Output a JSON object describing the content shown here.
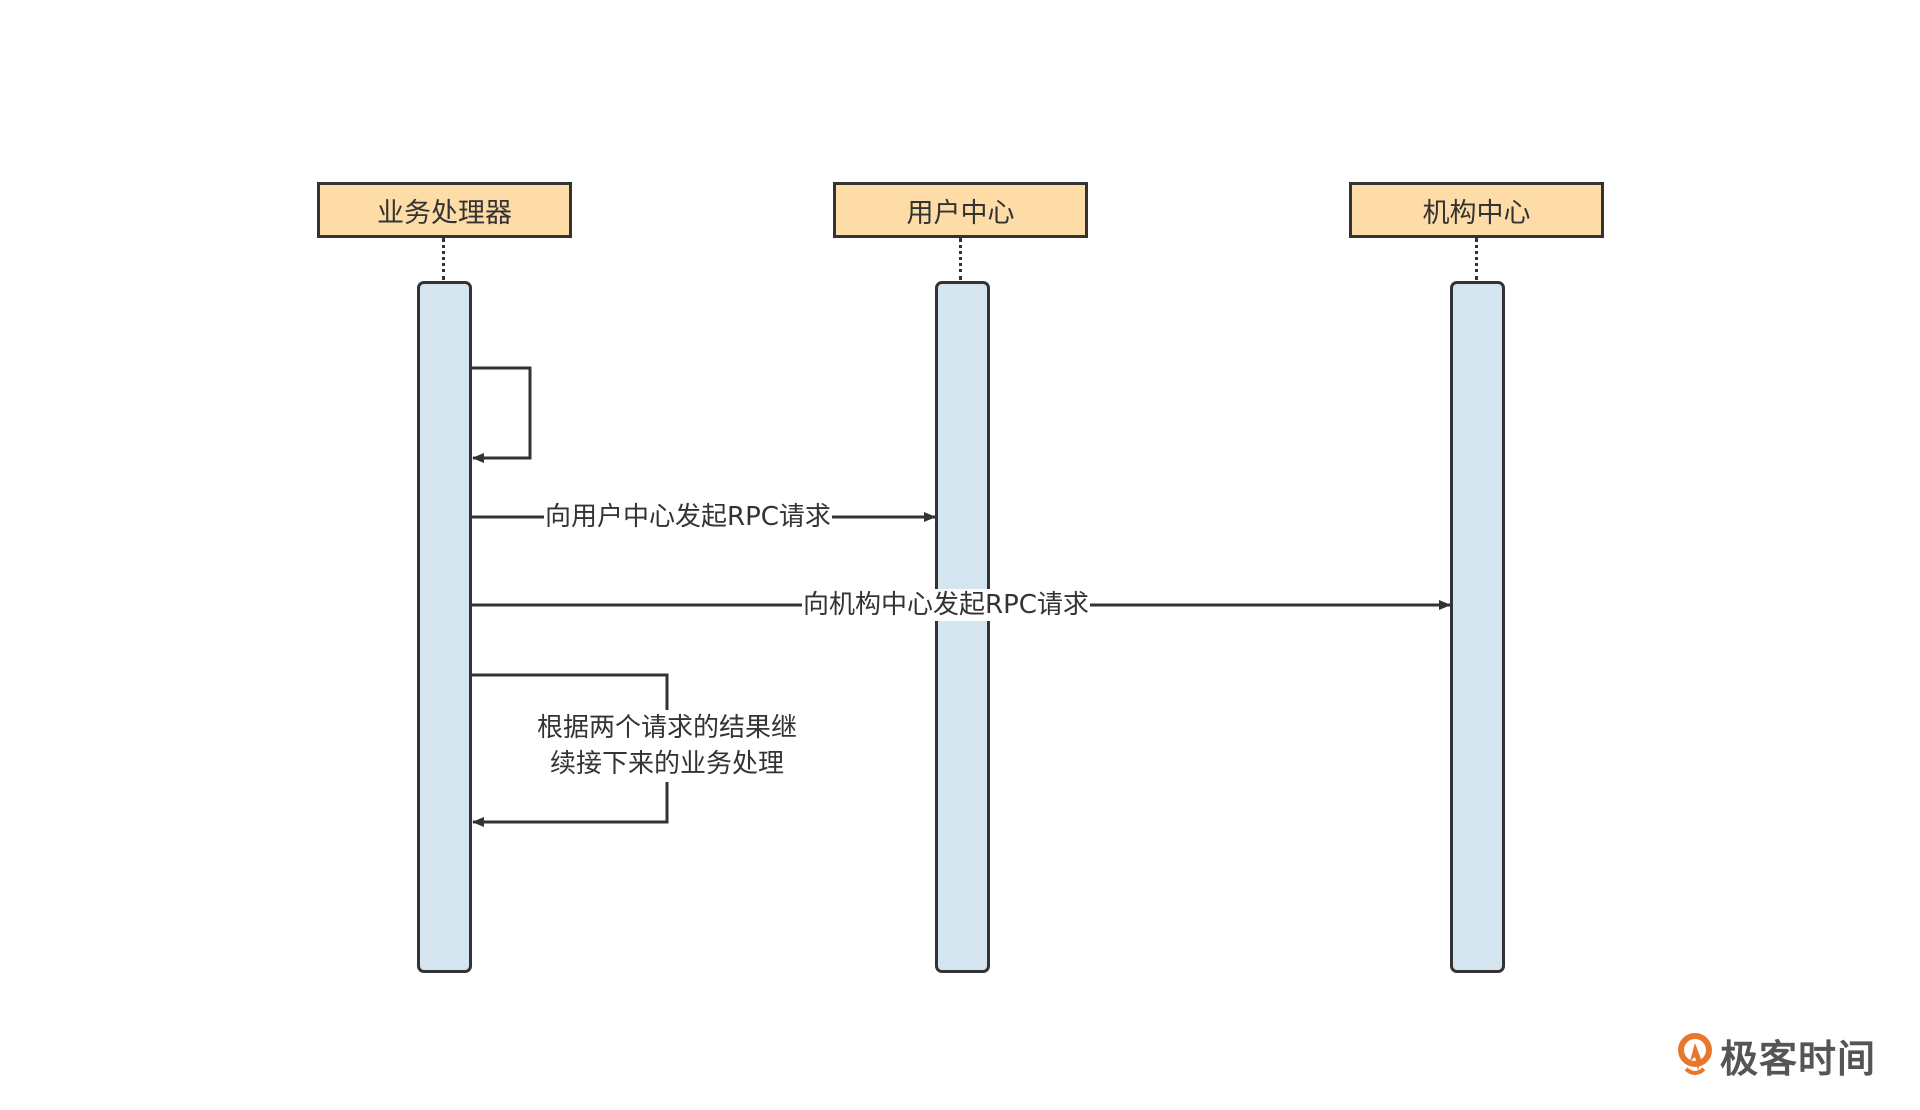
{
  "diagram": {
    "type": "sequence",
    "participants": [
      {
        "id": "biz",
        "label": "业务处理器"
      },
      {
        "id": "user",
        "label": "用户中心"
      },
      {
        "id": "org",
        "label": "机构中心"
      }
    ],
    "messages": [
      {
        "from": "biz",
        "to": "biz",
        "label": ""
      },
      {
        "from": "biz",
        "to": "user",
        "label": "向用户中心发起RPC请求"
      },
      {
        "from": "biz",
        "to": "org",
        "label": "向机构中心发起RPC请求"
      },
      {
        "from": "biz",
        "to": "biz",
        "label_line1": "根据两个请求的结果继",
        "label_line2": "续接下来的业务处理"
      }
    ],
    "colors": {
      "actor_fill": "#fedca8",
      "lifeline_fill": "#d4e5ef",
      "stroke": "#333333",
      "logo_orange": "#e8772e"
    }
  },
  "watermark": {
    "label": "极客时间"
  }
}
